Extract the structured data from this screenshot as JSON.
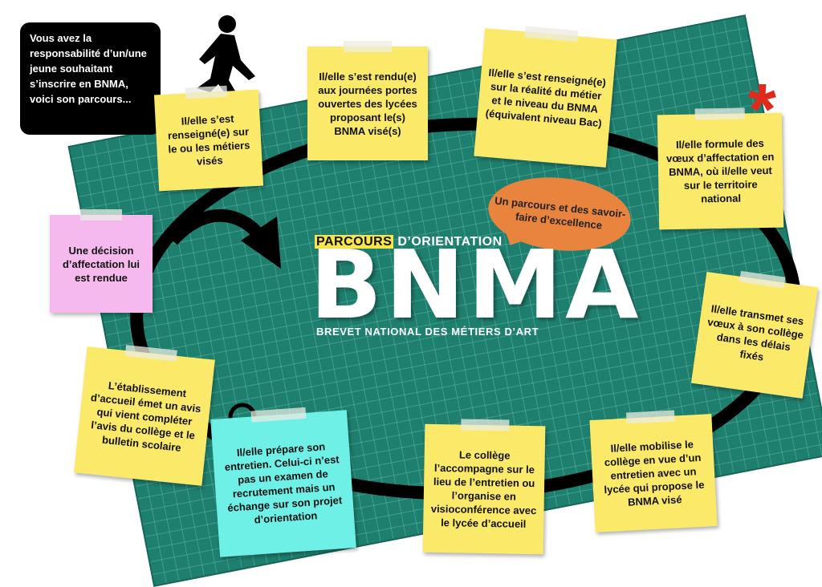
{
  "intro": "Vous avez la responsabilité d’un/une jeune souhaitant s’inscrire en BNMA, voici son parcours...",
  "title": {
    "highlight": "PARCOURS",
    "rest": " D’ORIENTATION",
    "acronym": "BNMA",
    "full_name": "BREVET NATIONAL DES MÉTIERS D’ART"
  },
  "bubble": "Un parcours et des savoir-faire d’excellence",
  "steps": [
    {
      "text": "Il/elle s’est renseigné(e) sur le ou les métiers visés"
    },
    {
      "text": "Il/elle s’est rendu(e) aux journées portes ouvertes des lycées proposant le(s) BNMA visé(s)"
    },
    {
      "text": "Il/elle s’est renseigné(e) sur la réalité du métier et le niveau du BNMA (équivalent niveau Bac)"
    },
    {
      "text": "Il/elle formule des vœux d’affectation en BNMA, où il/elle veut sur le territoire national"
    },
    {
      "text": "Il/elle transmet ses vœux à son collège dans les délais fixés"
    },
    {
      "text": "Il/elle mobilise le collège en vue d’un entretien avec un lycée qui propose le BNMA visé"
    },
    {
      "text": "Le collège l’accompagne sur le lieu de l’entretien ou l’organise en visioconférence avec le lycée d’accueil"
    },
    {
      "text": "Il/elle prépare son entretien. Celui-ci n’est pas un examen de recrutement mais un échange sur son projet d’orientation"
    },
    {
      "text": "L’établissement d’accueil émet un avis qui vient compléter l’avis du collège et le bulletin scolaire"
    },
    {
      "text": "Une décision d’affectation lui est rendue"
    }
  ],
  "colors": {
    "note": "#fbe96a",
    "note_cyan": "#6ff0e6",
    "note_pink": "#f6b9ee",
    "mat": "#1f7f6e",
    "bubble": "#e8843d",
    "star": "#e22a1c"
  }
}
